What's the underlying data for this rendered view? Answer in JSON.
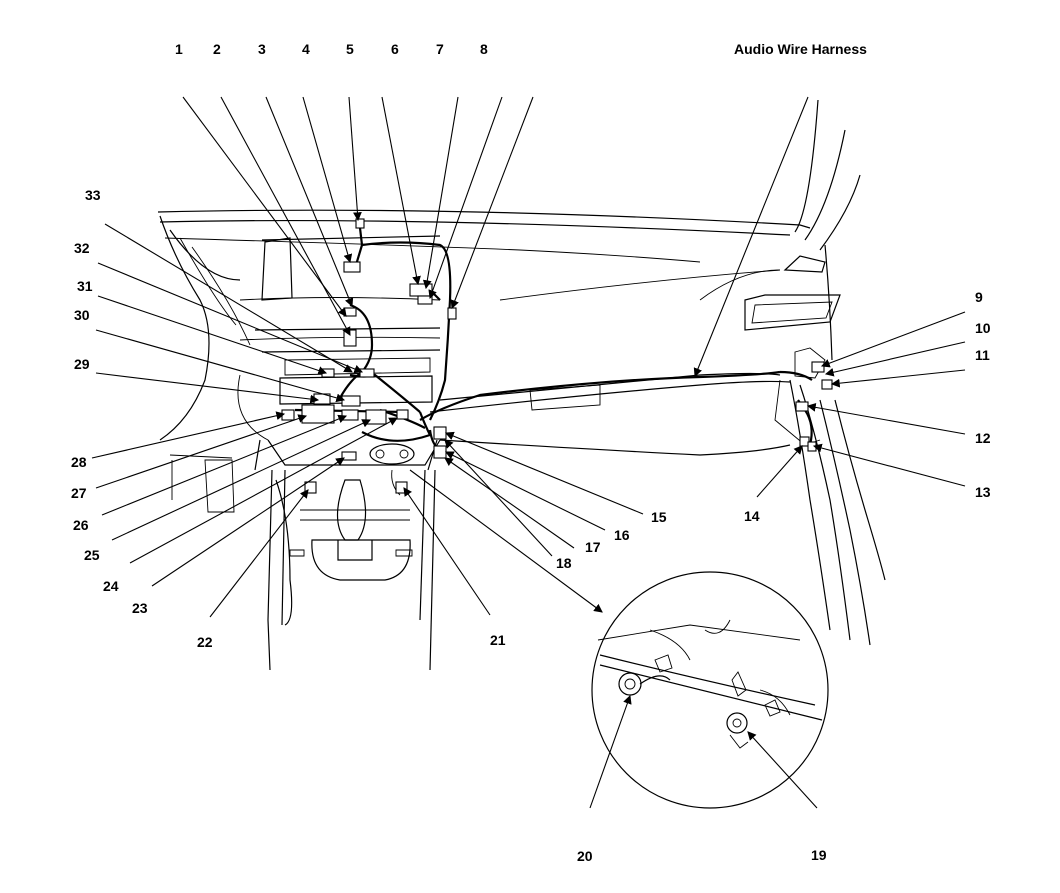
{
  "title": "Audio Wire Harness",
  "callouts": [
    "1",
    "2",
    "3",
    "4",
    "5",
    "6",
    "7",
    "8",
    "9",
    "10",
    "11",
    "12",
    "13",
    "14",
    "15",
    "16",
    "17",
    "18",
    "19",
    "20",
    "21",
    "22",
    "23",
    "24",
    "25",
    "26",
    "27",
    "28",
    "29",
    "30",
    "31",
    "32",
    "33"
  ]
}
